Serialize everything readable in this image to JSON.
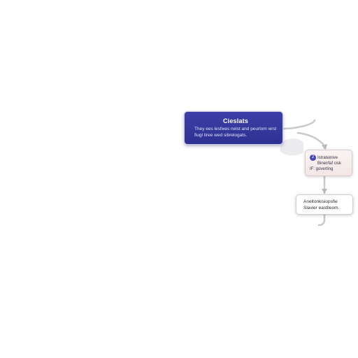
{
  "diagram": {
    "nodes": [
      {
        "id": "primary",
        "title": "Cieslats",
        "description_lines": [
          "They ees lesfwes nelst and peurlom wrsl",
          "fiugl tiree wed sibrelogats."
        ]
      },
      {
        "id": "secondary",
        "step_number": "2",
        "lines": [
          "Istrateinive",
          "Bineirfaf cisk",
          "IF: goverting"
        ]
      },
      {
        "id": "tertiary",
        "lines": [
          "Aneitonkisiopsfie",
          "Slavier eastlleom."
        ]
      }
    ],
    "edges": [
      {
        "from": "primary",
        "to": "secondary"
      },
      {
        "from": "secondary",
        "to": "tertiary"
      }
    ]
  }
}
